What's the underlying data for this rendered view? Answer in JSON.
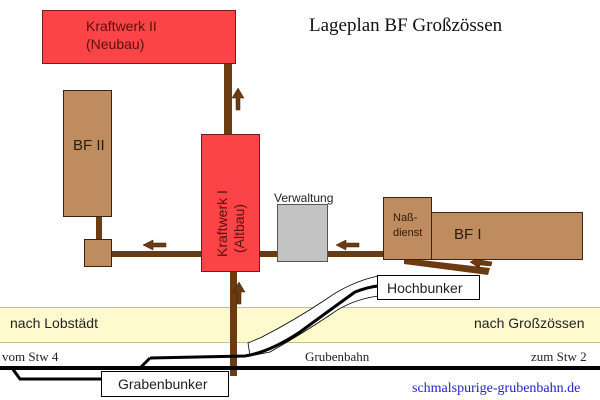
{
  "title": "Lageplan BF Großzössen",
  "colors": {
    "power_plant": "#fb4447",
    "building": "#bf8c5f",
    "admin": "#c3c3c3",
    "conveyor": "#6b3b12",
    "track": "#000000",
    "road_band": "#fffacd",
    "link": "#2222cc"
  },
  "buildings": {
    "kraftwerk2": "Kraftwerk II\n(Neubau)",
    "kraftwerk2_line1": "Kraftwerk II",
    "kraftwerk2_line2": "(Neubau)",
    "kraftwerk1_line1": "Kraftwerk I",
    "kraftwerk1_line2": "(Altbau)",
    "bf2": "BF II",
    "verwaltung": "Verwaltung",
    "nassdienst_line1": "Naß-",
    "nassdienst_line2": "dienst",
    "bf1": "BF I",
    "hochbunker": "Hochbunker",
    "grabenbunker": "Grabenbunker"
  },
  "roads": {
    "left": "nach Lobstädt",
    "right": "nach Großzössen"
  },
  "tracks": {
    "from_left": "vom Stw 4",
    "middle": "Grubenbahn",
    "to_right": "zum Stw 2"
  },
  "footer_link": "schmalspurige-grubenbahn.de",
  "icons": {
    "flow_arrow_up": "arrow-up",
    "flow_arrow_left": "arrow-left"
  }
}
